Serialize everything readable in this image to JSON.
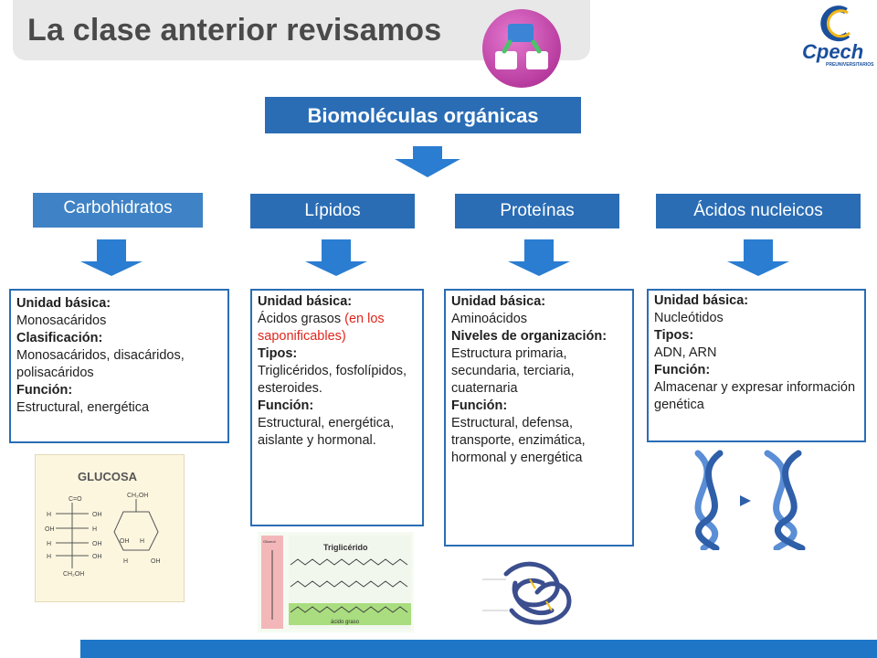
{
  "header": {
    "title": "La clase anterior revisamos",
    "logo_text": "Cpech",
    "logo_sub": "PREUNIVERSITARIOS"
  },
  "main_topic": "Biomoléculas orgánicas",
  "categories": [
    {
      "label": "Carbohidratos"
    },
    {
      "label": "Lípidos"
    },
    {
      "label": "Proteínas"
    },
    {
      "label": "Ácidos nucleicos"
    }
  ],
  "carbohidratos": {
    "unit_label": "Unidad básica:",
    "unit_value": "Monosacáridos",
    "class_label": "Clasificación:",
    "class_value": "Monosacáridos, disacáridos, polisacáridos",
    "func_label": "Función:",
    "func_value": "Estructural, energética",
    "image_title": "GLUCOSA"
  },
  "lipidos": {
    "unit_label": "Unidad básica:",
    "unit_value": "Ácidos grasos",
    "unit_note": "(en los saponificables)",
    "types_label": "Tipos:",
    "types_value": "Triglicéridos, fosfolípidos, esteroides.",
    "func_label": "Función:",
    "func_value": "Estructural, energética, aislante y hormonal.",
    "image_title": "Triglicérido",
    "image_glycerol": "Glicerol",
    "image_fatty_acid": "ácido graso"
  },
  "proteinas": {
    "unit_label": "Unidad básica:",
    "unit_value": "Aminoácidos",
    "levels_label": "Niveles de organización:",
    "levels_value": "Estructura primaria, secundaria, terciaria, cuaternaria",
    "func_label": "Función:",
    "func_value": "Estructural, defensa, transporte, enzimática, hormonal y energética"
  },
  "acidos_nucleicos": {
    "unit_label": "Unidad básica:",
    "unit_value": "Nucleótidos",
    "types_label": "Tipos:",
    "types_value": "ADN, ARN",
    "func_label": "Función:",
    "func_value": "Almacenar y expresar información genética"
  },
  "colors": {
    "primary_blue": "#2a6db5",
    "bottom_bar": "#1f76c7",
    "badge_magenta": "#b83c9f",
    "note_red": "#e0261c"
  }
}
